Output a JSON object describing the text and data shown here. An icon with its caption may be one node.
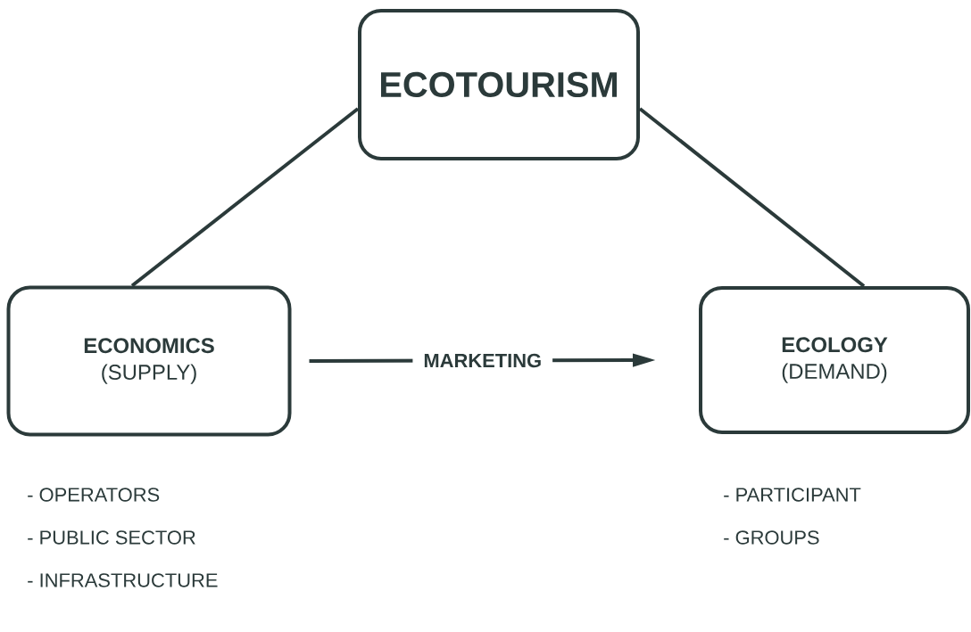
{
  "diagram": {
    "nodes": [
      {
        "text": [
          "ECOTOURISM"
        ]
      },
      {
        "text": [
          "ECONOMICS",
          "(SUPPLY)"
        ],
        "beside": [
          "- OPERATORS",
          "- PUBLIC SECTOR",
          "- INFRASTRUCTURE"
        ]
      },
      {
        "text": [
          "ECOLOGY",
          "(DEMAND)"
        ],
        "beside": [
          "- PARTICIPANT",
          "- GROUPS"
        ]
      }
    ],
    "edges": [
      {
        "from": 0,
        "to": 1,
        "arrow": "none"
      },
      {
        "from": 0,
        "to": 2,
        "arrow": "none"
      },
      {
        "from": 1,
        "to": 2,
        "arrow": "to",
        "label": "MARKETING"
      }
    ]
  }
}
